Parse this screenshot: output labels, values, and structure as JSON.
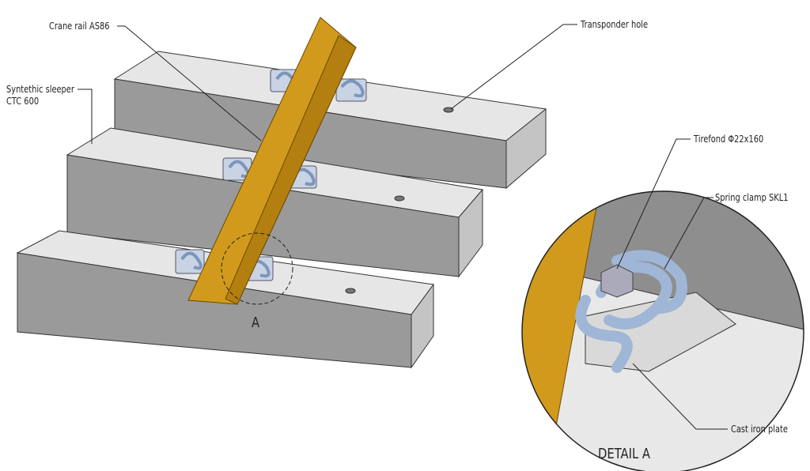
{
  "labels": {
    "crane_rail": "Crane rail AS86",
    "sleeper_line1": "Syntethic sleeper",
    "sleeper_line2": "CTC 600",
    "transponder": "Transponder hole",
    "tirefond": "Tirefond Φ22x160",
    "spring_clamp": "Spring clamp SKL1",
    "cast_iron": "Cast iron plate",
    "detail_marker": "A",
    "detail_title": "DETAIL A"
  },
  "colors": {
    "rail": "#d29a1c",
    "sleeper_top": "#e6e6e6",
    "sleeper_front": "#9a9a9a",
    "sleeper_side": "#c4c4c4",
    "clamp": "#9fb6d6"
  }
}
